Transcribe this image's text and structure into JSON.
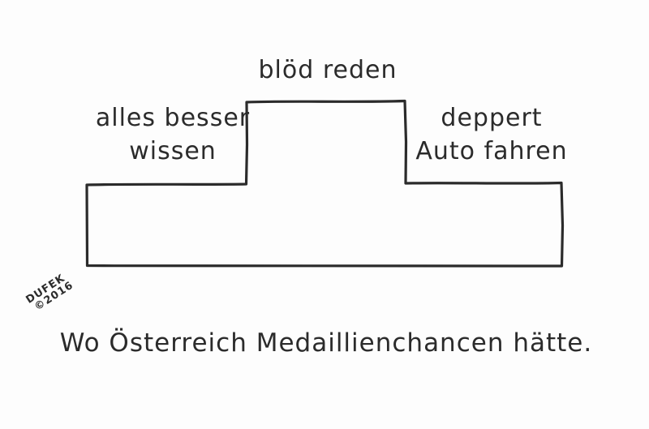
{
  "cartoon": {
    "title": "Wo Österreich Medaillienchancen hätte.",
    "podium": {
      "top_label": "blöd reden",
      "left_label_line1": "alles besser",
      "left_label_line2": "wissen",
      "right_label_line1": "deppert",
      "right_label_line2": "Auto fahren"
    },
    "caption": "Wo Österreich Medaillienchancen hätte.",
    "signature": {
      "artist": "DUFEK",
      "year": "©2016"
    },
    "colors": {
      "ink": "#2b2b2b",
      "background": "#fdfdfd"
    }
  },
  "diagram_data": {
    "type": "podium",
    "style": "hand-drawn single-line cartoon",
    "places": [
      {
        "position": "center",
        "label": "blöd reden",
        "raised": true
      },
      {
        "position": "left",
        "label": "alles besser wissen",
        "raised": false
      },
      {
        "position": "right",
        "label": "deppert Auto fahren",
        "raised": false
      }
    ],
    "caption": "Wo Österreich Medaillienchancen hätte.",
    "signature": "DUFEK ©2016"
  }
}
